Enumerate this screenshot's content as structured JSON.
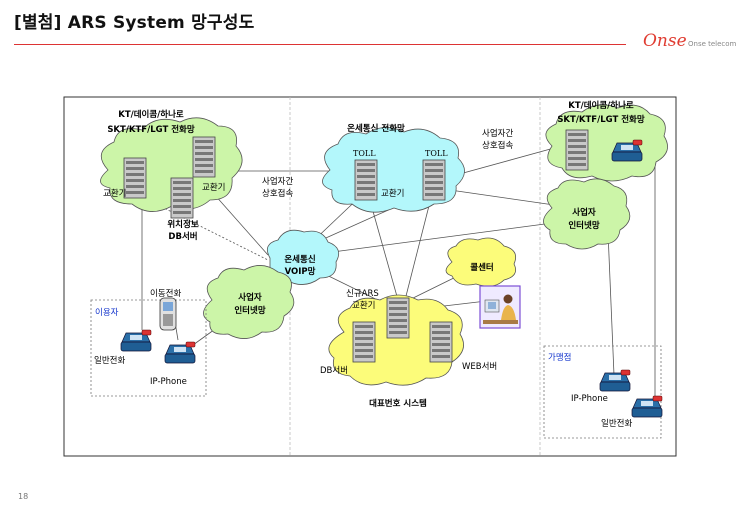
{
  "header": {
    "title": "[별첨] ARS System 망구성도",
    "logo_mark": "Onse",
    "logo_text": "Onse telecom"
  },
  "page_number": "18",
  "networks": {
    "carrier_left": [
      "KT/데이콤/하나로",
      "SKT/KTF/LGT 전화망"
    ],
    "carrier_right": [
      "KT/데이콤/하나로",
      "SKT/KTF/LGT 전화망"
    ],
    "onse_phone_network": "온세통신 전화망",
    "voip_network": [
      "온세통신",
      "VOIP망"
    ],
    "business_internet_left": [
      "사업자",
      "인터넷망"
    ],
    "business_internet_right": [
      "사업자",
      "인터넷망"
    ],
    "call_center": "콜센터",
    "representative_system": "대표번호 시스템"
  },
  "labels": {
    "switch_left1": "교환기",
    "switch_left2": "교환기",
    "location_db": [
      "위치정보",
      "DB서버"
    ],
    "interconnect_mid": [
      "사업자간",
      "상호접속"
    ],
    "interconnect_right": [
      "사업자간",
      "상호접속"
    ],
    "toll_left": "TOLL",
    "toll_right": "TOLL",
    "switch_center": "교환기",
    "new_ars": [
      "신규ARS",
      "교환기"
    ],
    "db_server": "DB서버",
    "web_server": "WEB서버",
    "user_box": "이용자",
    "mobile_phone": "이동전화",
    "landline_user": "일반전화",
    "ip_phone_user": "IP-Phone",
    "merchant_box": "가맹점",
    "ip_phone_merchant": "IP-Phone",
    "landline_merchant": "일반전화"
  },
  "colors": {
    "cloud_fill": "#ccf5a8",
    "cloud_cyan": "#b3f7fb",
    "cloud_yellow": "#fcfc7a",
    "cloud_stroke": "#555",
    "frame": "#333",
    "title_rule": "#dd3333",
    "brand": "#e03c31",
    "user_label": "#1133cc"
  }
}
